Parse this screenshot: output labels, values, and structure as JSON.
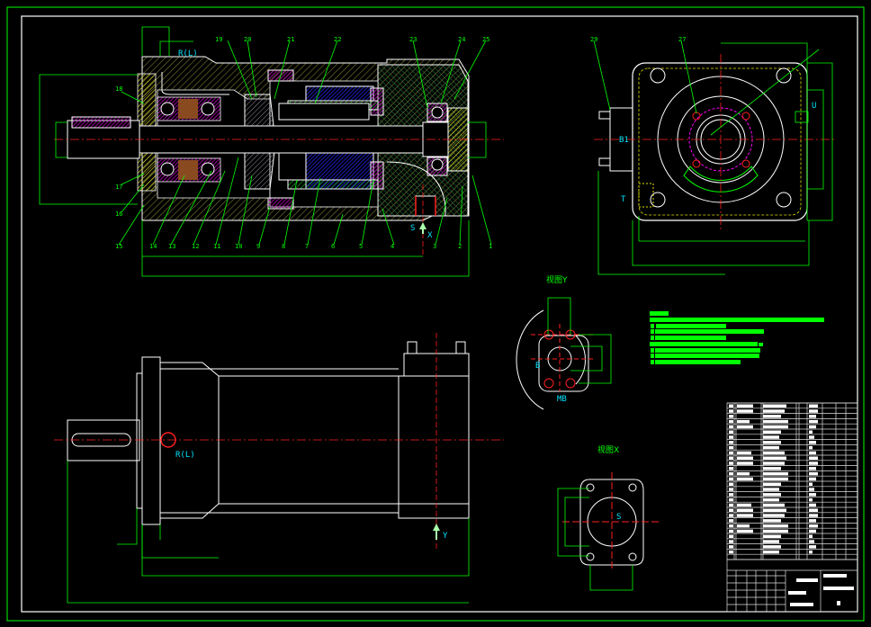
{
  "drawing": {
    "port_labels": {
      "r_l_top": "R(L)",
      "r_l_bottom": "R(L)",
      "s": "S",
      "x": "X",
      "y": "Y",
      "u": "U",
      "b1": "B1",
      "t": "T",
      "b": "B",
      "mb": "MB",
      "s_view_x": "S"
    },
    "view_titles": {
      "view_y": "视图Y",
      "view_x": "视图X"
    },
    "part_numbers_top": [
      "19",
      "20",
      "21",
      "22",
      "23",
      "24",
      "25"
    ],
    "part_numbers_left": [
      "18",
      "17",
      "16"
    ],
    "part_numbers_bottom": [
      "15",
      "14",
      "13",
      "12",
      "11",
      "10",
      "9",
      "8",
      "7",
      "6",
      "5",
      "4",
      "3",
      "2",
      "1"
    ],
    "part_numbers_right_view": [
      "29",
      "27"
    ]
  },
  "colors": {
    "frame": "#00ff00",
    "line": "#ffffff",
    "hatch": "#8a8a40",
    "magenta": "#ff00ff",
    "blue": "#1010c0",
    "center": "#ff2020",
    "text_port": "#00e5ff"
  }
}
